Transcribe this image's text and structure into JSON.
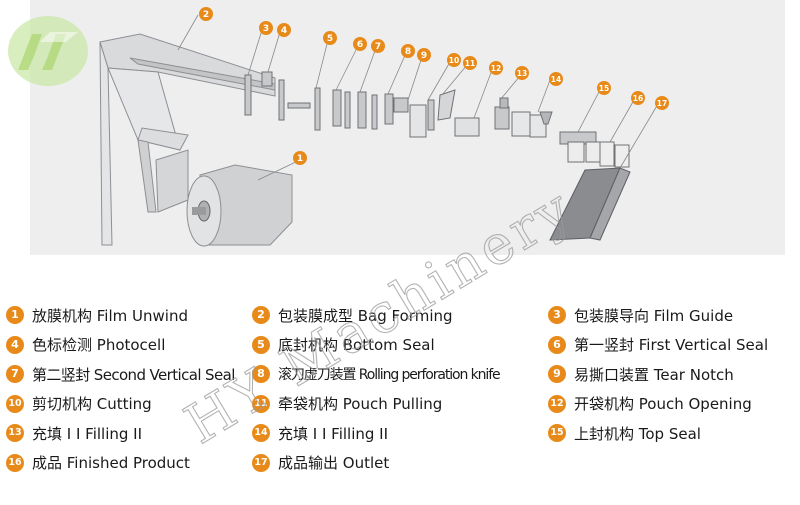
{
  "logo": {
    "name": "hy-logo"
  },
  "watermark": {
    "text": "HY Machinery"
  },
  "callouts": [
    "1",
    "2",
    "3",
    "4",
    "5",
    "6",
    "7",
    "8",
    "9",
    "10",
    "11",
    "12",
    "13",
    "14",
    "15",
    "16",
    "17"
  ],
  "legend": [
    {
      "num": "1",
      "text": "放膜机构 Film Unwind"
    },
    {
      "num": "2",
      "text": "包装膜成型 Bag Forming"
    },
    {
      "num": "3",
      "text": "包装膜导向 Film Guide"
    },
    {
      "num": "4",
      "text": "色标检测    Photocell"
    },
    {
      "num": "5",
      "text": "底封机构 Bottom Seal"
    },
    {
      "num": "6",
      "text": "第一竖封  First Vertical Seal"
    },
    {
      "num": "7",
      "text": "第二竖封  Second Vertical Seal"
    },
    {
      "num": "8",
      "text": "滚刀虚刀装置 Rolling perforation knife"
    },
    {
      "num": "9",
      "text": "易撕口装置  Tear Notch"
    },
    {
      "num": "10",
      "text": "剪切机构 Cutting"
    },
    {
      "num": "11",
      "text": "牵袋机构    Pouch Pulling"
    },
    {
      "num": "12",
      "text": "开袋机构  Pouch Opening"
    },
    {
      "num": "13",
      "text": "充填 I I          Filling II"
    },
    {
      "num": "14",
      "text": "充填  I I          Filling II"
    },
    {
      "num": "15",
      "text": "上封机构     Top Seal"
    },
    {
      "num": "16",
      "text": "成品  Finished Product"
    },
    {
      "num": "17",
      "text": "成品输出 Outlet"
    }
  ],
  "colors": {
    "accent": "#e88a1a",
    "panel": "#eeeeef",
    "machine": "#c8c9cb"
  }
}
